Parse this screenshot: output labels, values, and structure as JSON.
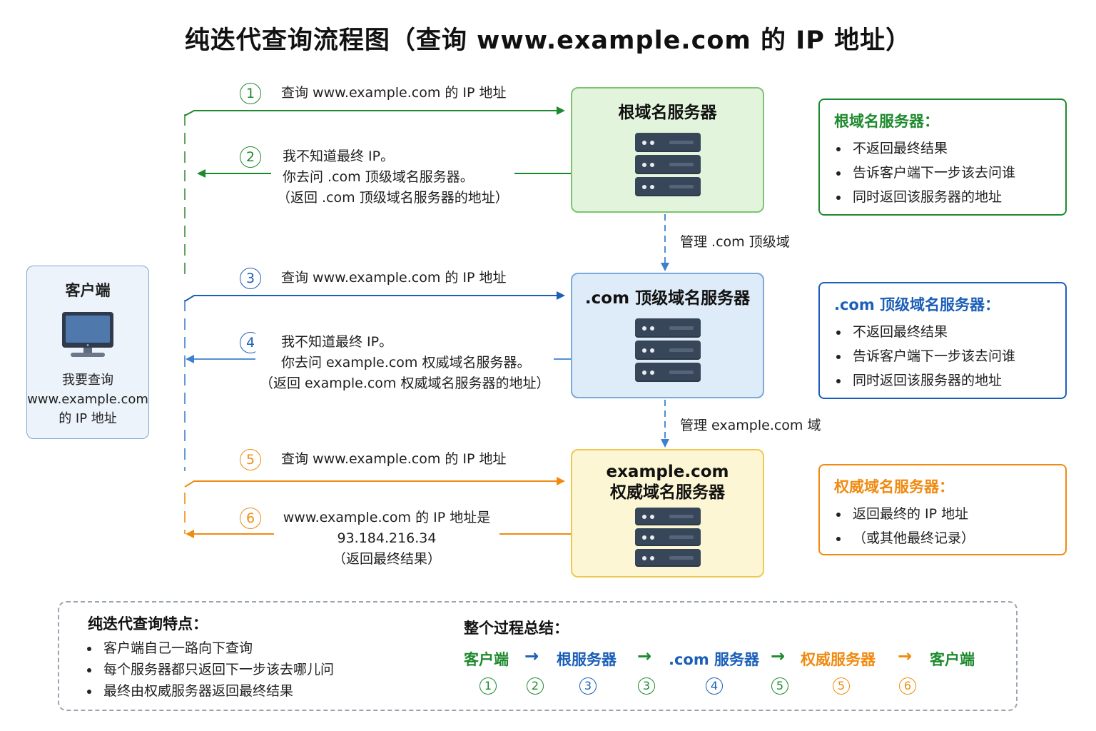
{
  "title": "纯迭代查询流程图（查询 www.example.com 的 IP 地址）",
  "client": {
    "title": "客户端",
    "lines": [
      "我要查询",
      "www.example.com",
      "的 IP 地址"
    ]
  },
  "steps": [
    {
      "num": "1",
      "lines": [
        "查询 www.example.com 的 IP 地址"
      ]
    },
    {
      "num": "2",
      "lines": [
        "我不知道最终 IP。",
        "你去问 .com 顶级域名服务器。",
        "（返回 .com 顶级域名服务器的地址）"
      ]
    },
    {
      "num": "3",
      "lines": [
        "查询 www.example.com 的 IP 地址"
      ]
    },
    {
      "num": "4",
      "lines": [
        "我不知道最终 IP。",
        "你去问 example.com 权威域名服务器。",
        "（返回 example.com 权威域名服务器的地址）"
      ]
    },
    {
      "num": "5",
      "lines": [
        "查询 www.example.com 的 IP 地址"
      ]
    },
    {
      "num": "6",
      "lines": [
        "www.example.com 的 IP 地址是",
        "93.184.216.34",
        "（返回最终结果）"
      ]
    }
  ],
  "servers": [
    {
      "name_lines": [
        "根域名服务器"
      ]
    },
    {
      "name_lines": [
        ".com 顶级域名服务器"
      ]
    },
    {
      "name_lines": [
        "example.com",
        "权威域名服务器"
      ]
    }
  ],
  "management": [
    "管理 .com 顶级域",
    "管理  example.com 域"
  ],
  "info_boxes": [
    {
      "heading": "根域名服务器：",
      "items": [
        "不返回最终结果",
        "告诉客户端下一步该去问谁",
        "同时返回该服务器的地址"
      ]
    },
    {
      "heading": ".com 顶级域名服务器：",
      "items": [
        "不返回最终结果",
        "告诉客户端下一步该去问谁",
        "同时返回该服务器的地址"
      ]
    },
    {
      "heading": "权威域名服务器：",
      "items": [
        "返回最终的 IP 地址",
        "（或其他最终记录）"
      ]
    }
  ],
  "features": {
    "heading": "纯迭代查询特点：",
    "items": [
      "客户端自己一路向下查询",
      "每个服务器都只返回下一步该去哪儿问",
      "最终由权威服务器返回最终结果"
    ]
  },
  "summary": {
    "heading": "整个过程总结：",
    "flow": [
      "客户端",
      "根服务器",
      ".com 服务器",
      "权威服务器",
      "客户端"
    ],
    "arrow": "→",
    "step_nums": [
      "1",
      "2",
      "3",
      "3",
      "4",
      "5",
      "5",
      "6"
    ]
  },
  "colors": {
    "green": "#1e8a2e",
    "blue": "#1c5fb8",
    "orange": "#f08a10",
    "dash": "#3d8a3a"
  }
}
